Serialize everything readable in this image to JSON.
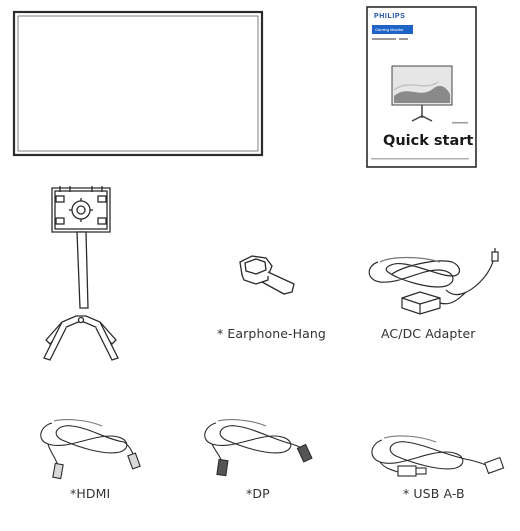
{
  "quick_start": {
    "brand": "PHILIPS",
    "band_text": "Gaming Monitor",
    "title": "Quick start"
  },
  "items": {
    "earphone_hang": "* Earphone-Hang",
    "adapter": "AC/DC Adapter",
    "hdmi": "*HDMI",
    "dp": "*DP",
    "usb": "* USB A-B"
  },
  "colors": {
    "line": "#2b2b2b",
    "cable_fill": "#d9d9d9",
    "philips_blue": "#1f63c6"
  }
}
